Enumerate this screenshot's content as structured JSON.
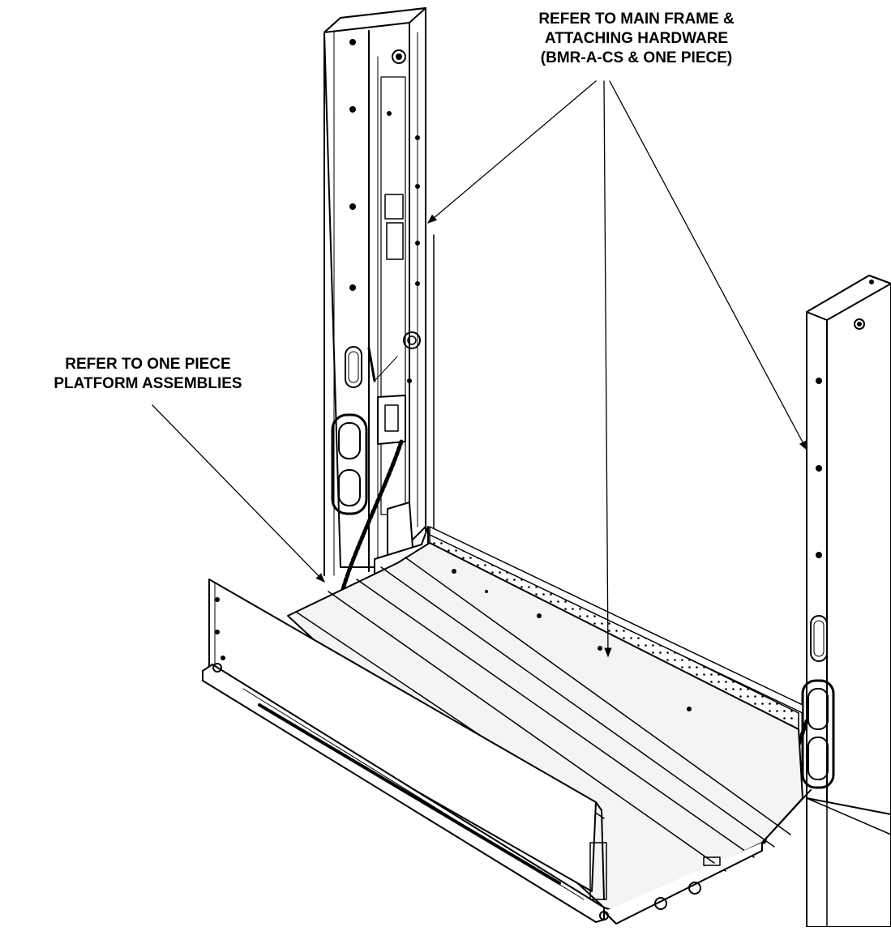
{
  "callouts": {
    "main_frame": {
      "lines": [
        "REFER TO MAIN FRAME &",
        "ATTACHING HARDWARE",
        "(BMR-A-CS & ONE PIECE)"
      ]
    },
    "platform": {
      "lines": [
        "REFER TO ONE PIECE",
        "PLATFORM ASSEMBLIES"
      ]
    }
  },
  "colors": {
    "ink": "#000000",
    "paper": "#ffffff",
    "tread": "#f4f4f4"
  },
  "icons": {
    "handle": "handle-grip-icon",
    "chain": "chain-icon",
    "emblem": "lift-emblem-icon"
  }
}
